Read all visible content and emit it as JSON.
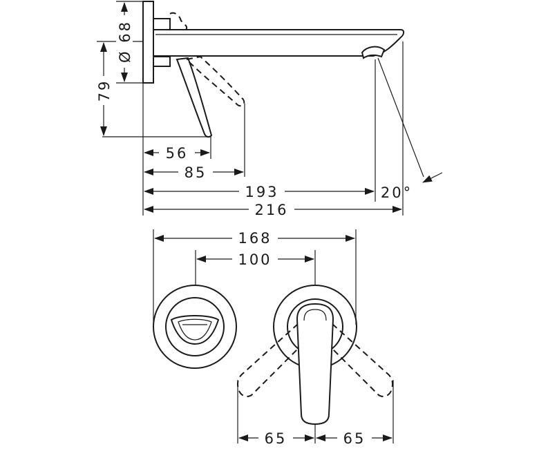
{
  "dimensions": {
    "d68": "Ø 68",
    "d79": "79",
    "d56": "56",
    "d85": "85",
    "d193": "193",
    "d216": "216",
    "angle": "20°",
    "d168": "168",
    "d100": "100",
    "d65_left": "65",
    "d65_right": "65"
  }
}
